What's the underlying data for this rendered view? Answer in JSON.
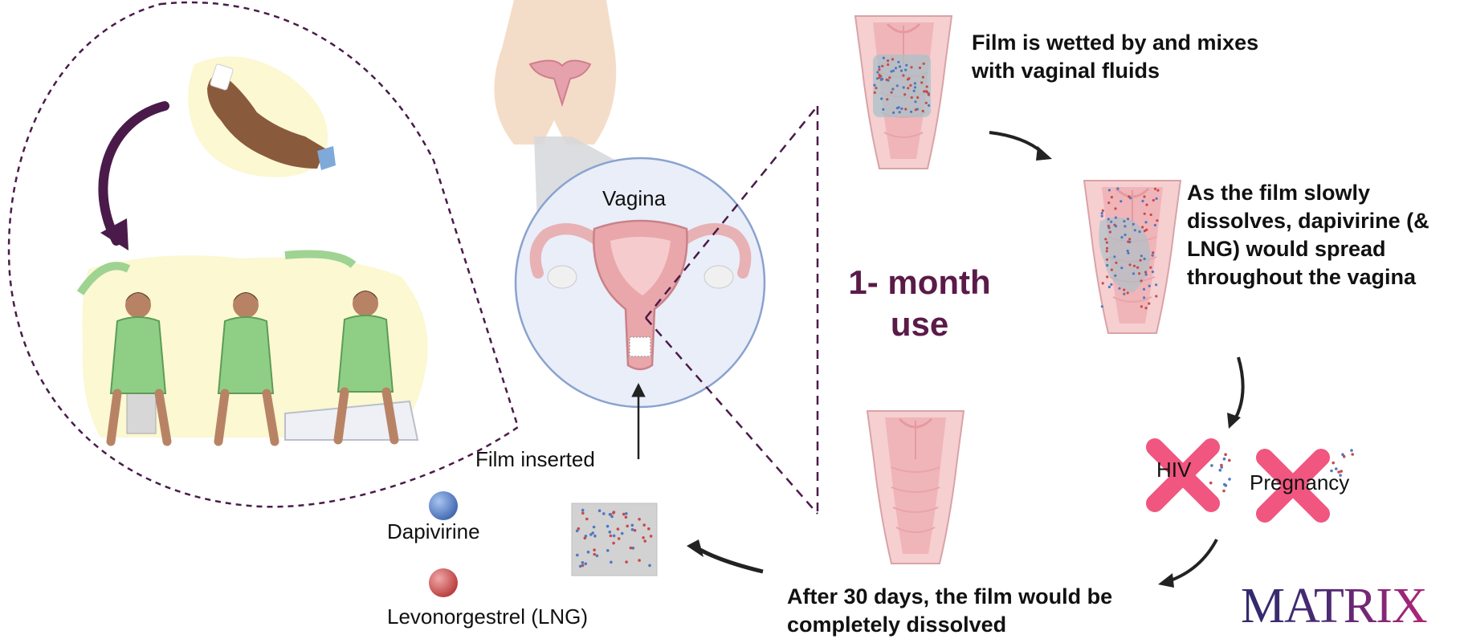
{
  "labels": {
    "vagina": "Vagina",
    "duration": "1- month use",
    "film_inserted": "Film inserted",
    "dapivirine": "Dapivirine",
    "levonorgestrel": "Levonorgestrel (LNG)"
  },
  "steps": [
    "Film is wetted by and mixes with vaginal fluids",
    "As the film slowly dissolves, dapivirine (& LNG) would spread throughout the vagina",
    "After 30 days, the film would be completely dissolved"
  ],
  "outcomes": {
    "hiv": "HIV",
    "pregnancy": "Pregnancy"
  },
  "logo": "MATRIX",
  "colors": {
    "accent_dark_purple": "#5b1a48",
    "dashed_line": "#4a1b4a",
    "circle_fill": "#e9eef9",
    "circle_stroke": "#8aa2cf",
    "tissue_pink": "#f3c4c6",
    "cross_pink": "#f0567f",
    "robe_green": "#8fcf85",
    "panel_yellow": "#fbf8d2",
    "dapivirine_blue": "#4f78c2",
    "lng_red": "#c94a4a"
  },
  "icons": {
    "hand": "hand-holding-film-icon",
    "women": "insertion-positions-illustration",
    "uterus": "uterus-icon",
    "tissue": "vaginal-tissue-icon",
    "cross": "cross-out-icon",
    "arrow": "curved-arrow-icon"
  }
}
